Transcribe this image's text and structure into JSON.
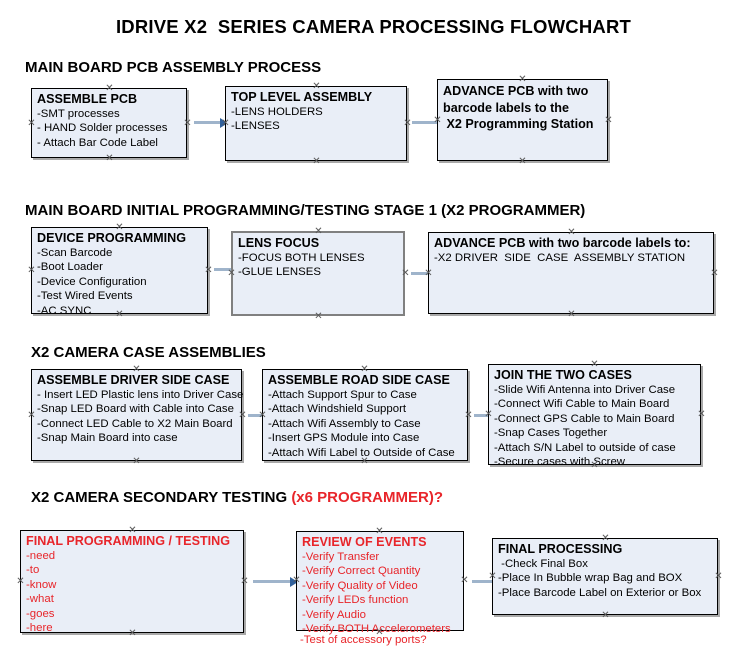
{
  "title": "IDRIVE X2  SERIES CAMERA PROCESSING FLOWCHART",
  "colors": {
    "box_fill": "#e9eef7",
    "box_border": "#000000",
    "box_shadow": "#a9a9a9",
    "arrow_line": "#9fb4cb",
    "arrow_head": "#31619c",
    "red_accent": "#e8252a",
    "text": "#000000",
    "background": "#ffffff"
  },
  "sections": [
    {
      "heading": "MAIN BOARD PCB ASSEMBLY PROCESS",
      "heading_accent": "",
      "boxes": [
        {
          "name": "assemble-pcb",
          "title": [
            "ASSEMBLE PCB"
          ],
          "lines": [
            "-SMT processes",
            "- HAND Solder processes",
            "- Attach Bar Code Label"
          ]
        },
        {
          "name": "top-level-assembly",
          "title": [
            "TOP LEVEL ASSEMBLY"
          ],
          "lines": [
            "-LENS HOLDERS",
            "-LENSES"
          ]
        },
        {
          "name": "advance-pcb-programming-station",
          "title": [
            "ADVANCE PCB with two",
            "barcode labels to the",
            " X2 Programming Station"
          ],
          "lines": []
        }
      ]
    },
    {
      "heading": "MAIN BOARD INITIAL PROGRAMMING/TESTING STAGE 1 (X2 PROGRAMMER)",
      "heading_accent": "",
      "boxes": [
        {
          "name": "device-programming",
          "title": [
            "DEVICE PROGRAMMING"
          ],
          "lines": [
            "-Scan Barcode",
            "-Boot Loader",
            "-Device Configuration",
            "-Test Wired Events",
            "-AC SYNC"
          ]
        },
        {
          "name": "lens-focus",
          "title": [
            "LENS FOCUS"
          ],
          "lines": [
            "-FOCUS BOTH LENSES",
            "-GLUE LENSES"
          ]
        },
        {
          "name": "advance-pcb-driver-side-station",
          "title": [
            "ADVANCE PCB with two barcode labels to:"
          ],
          "lines": [
            "-X2 DRIVER  SIDE  CASE  ASSEMBLY STATION"
          ]
        }
      ]
    },
    {
      "heading": "X2 CAMERA CASE ASSEMBLIES",
      "heading_accent": "",
      "boxes": [
        {
          "name": "assemble-driver-side-case",
          "title": [
            "ASSEMBLE DRIVER SIDE CASE"
          ],
          "lines": [
            "- Insert LED Plastic lens into Driver Case",
            "-Snap LED Board with Cable into Case",
            "-Connect LED Cable to X2 Main Board",
            "-Snap Main Board into case"
          ]
        },
        {
          "name": "assemble-road-side-case",
          "title": [
            "ASSEMBLE ROAD SIDE CASE"
          ],
          "lines": [
            "-Attach Support Spur to Case",
            "-Attach Windshield Support",
            "-Attach Wifi Assembly to Case",
            "-Insert GPS Module into Case",
            "-Attach Wifi Label to Outside of Case"
          ]
        },
        {
          "name": "join-the-two-cases",
          "title": [
            "JOIN THE TWO CASES"
          ],
          "lines": [
            "-Slide Wifi Antenna into Driver Case",
            "-Connect Wifi Cable to Main Board",
            "-Connect GPS Cable to Main Board",
            "-Snap Cases Together",
            "-Attach S/N Label to outside of case",
            "-Secure cases with Screw"
          ]
        }
      ]
    },
    {
      "heading": "X2 CAMERA SECONDARY TESTING ",
      "heading_accent": "(x6 PROGRAMMER)?",
      "boxes": [
        {
          "name": "final-programming-testing",
          "title": [
            "FINAL PROGRAMMING / TESTING"
          ],
          "lines": [
            "-need",
            "-to",
            "-know",
            "-what",
            "-goes",
            "-here"
          ]
        },
        {
          "name": "review-of-events",
          "title": [
            "REVIEW OF EVENTS"
          ],
          "lines": [
            "-Verify Transfer",
            "-Verify Correct Quantity",
            "-Verify Quality of Video",
            "-Verify LEDs function",
            "-Verify Audio",
            "-Verify BOTH Accelerometers"
          ],
          "overflow_line": "-Test of accessory ports?"
        },
        {
          "name": "final-processing",
          "title": [
            "FINAL PROCESSING"
          ],
          "lines": [
            " -Check Final Box",
            "-Place In Bubble wrap Bag and BOX",
            "-Place Barcode Label on Exterior or Box"
          ]
        }
      ]
    }
  ]
}
